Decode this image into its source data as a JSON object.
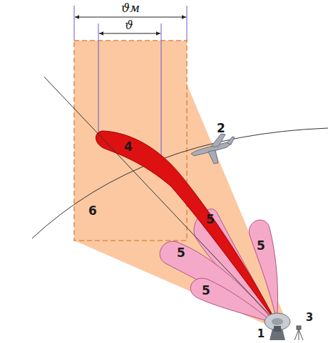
{
  "diagram": {
    "labels": [
      "ϑм",
      "ϑ",
      "4",
      "2",
      "6",
      "5",
      "5",
      "5",
      "5",
      "1",
      "3"
    ]
  }
}
